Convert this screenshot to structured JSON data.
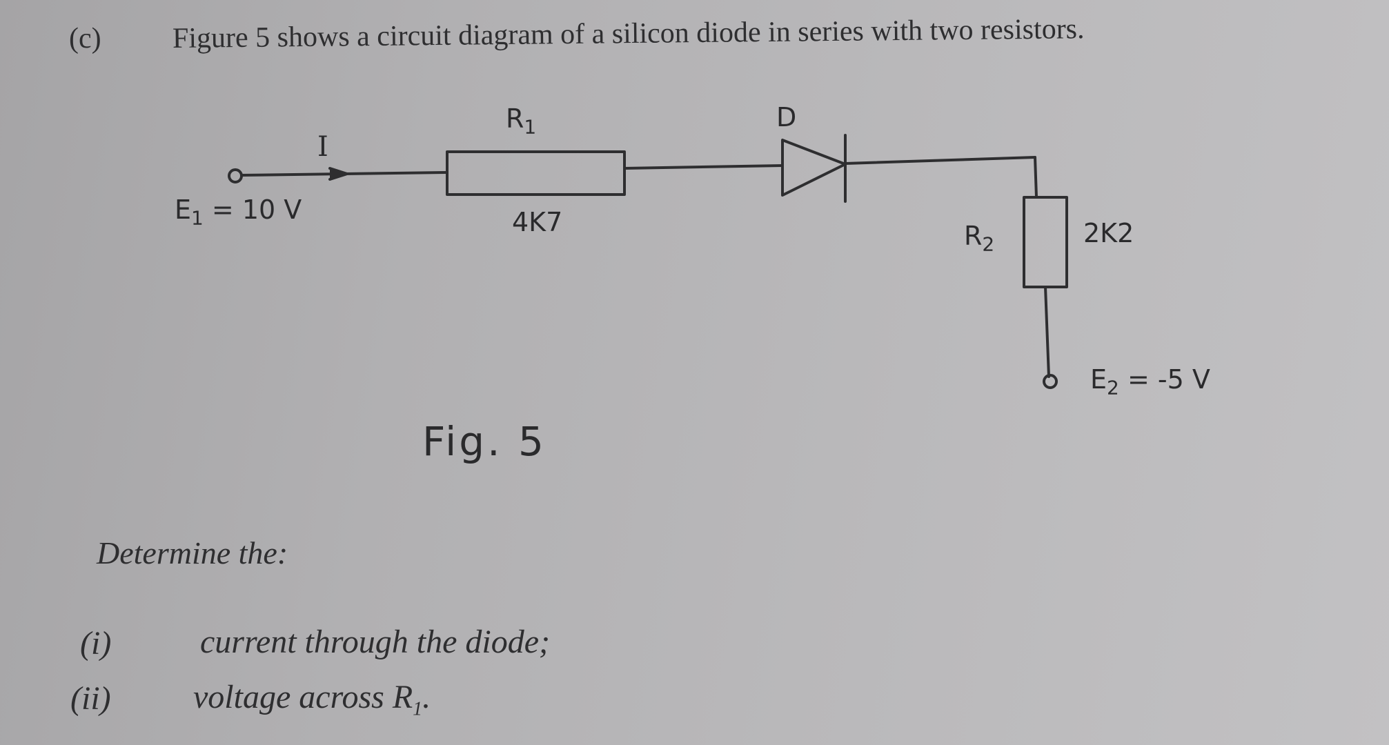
{
  "question": {
    "part_label": "(c)",
    "intro": "Figure 5 shows a circuit diagram of a silicon diode in series with two resistors."
  },
  "circuit": {
    "source1": {
      "label": "E",
      "subscript": "1",
      "value": " = 10 V"
    },
    "current_label": "I",
    "r1": {
      "label": "R",
      "subscript": "1",
      "value": "4K7"
    },
    "diode": {
      "label": "D"
    },
    "r2": {
      "label": "R",
      "subscript": "2",
      "value": "2K2"
    },
    "source2": {
      "label": "E",
      "subscript": "2",
      "value": "= -5 V"
    }
  },
  "figure": {
    "caption": "Fig. 5"
  },
  "task": {
    "prompt": "Determine the:",
    "items": [
      {
        "number": "(i)",
        "text": "current through the diode;",
        "subscript": ""
      },
      {
        "number": "(ii)",
        "text": "voltage across R",
        "subscript": "1",
        "suffix": "."
      }
    ]
  }
}
